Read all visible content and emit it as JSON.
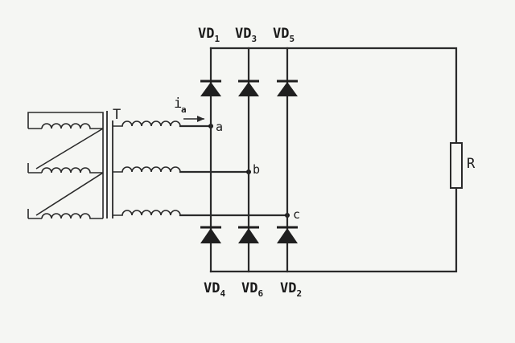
{
  "diagram": {
    "transformer_label": "T",
    "current_label": "i",
    "current_subscript": "a",
    "resistor_label": "R",
    "nodes": [
      {
        "id": "a",
        "label": "a"
      },
      {
        "id": "b",
        "label": "b"
      },
      {
        "id": "c",
        "label": "c"
      }
    ],
    "diodes_top": [
      {
        "name": "VD",
        "sub": "1"
      },
      {
        "name": "VD",
        "sub": "3"
      },
      {
        "name": "VD",
        "sub": "5"
      }
    ],
    "diodes_bottom": [
      {
        "name": "VD",
        "sub": "4"
      },
      {
        "name": "VD",
        "sub": "6"
      },
      {
        "name": "VD",
        "sub": "2"
      }
    ]
  }
}
